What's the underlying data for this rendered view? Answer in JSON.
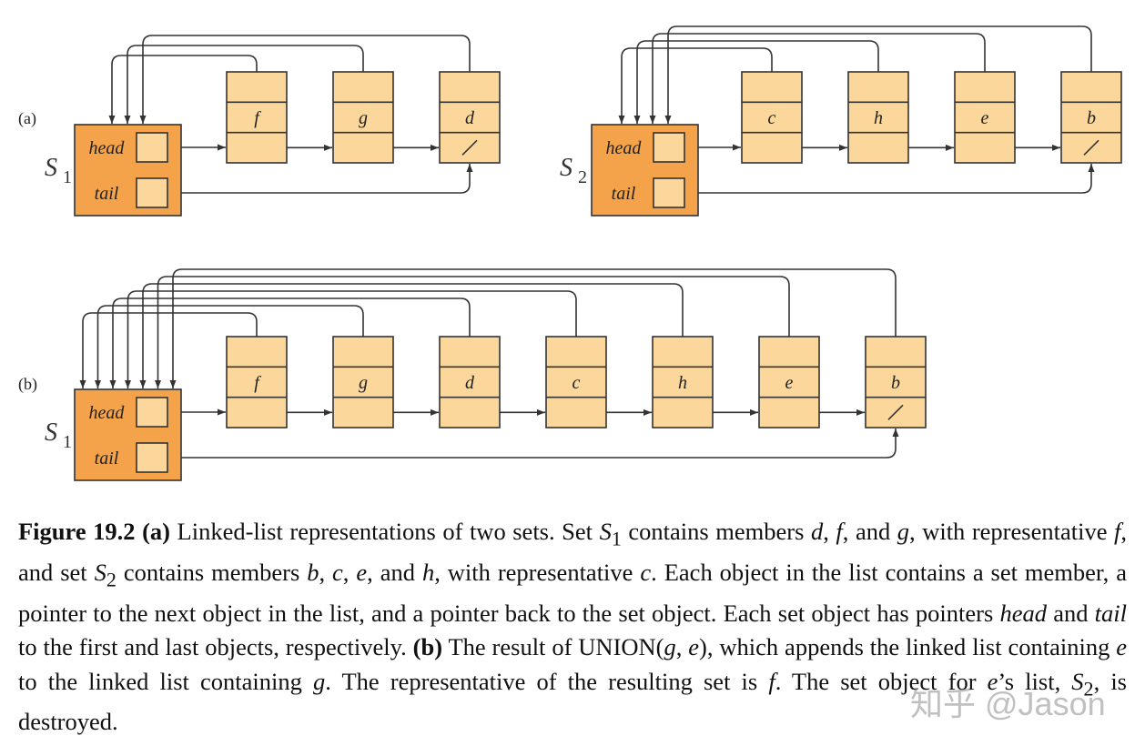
{
  "colors": {
    "element_fill": "#fbd79b",
    "set_fill": "#f5a34a",
    "stroke": "#333333"
  },
  "diagram": {
    "a": {
      "label": "(a)",
      "sets": [
        {
          "name": "S",
          "subscript": "1",
          "head_label": "head",
          "tail_label": "tail",
          "members": [
            "f",
            "g",
            "d"
          ]
        },
        {
          "name": "S",
          "subscript": "2",
          "head_label": "head",
          "tail_label": "tail",
          "members": [
            "c",
            "h",
            "e",
            "b"
          ]
        }
      ]
    },
    "b": {
      "label": "(b)",
      "set": {
        "name": "S",
        "subscript": "1",
        "head_label": "head",
        "tail_label": "tail",
        "members": [
          "f",
          "g",
          "d",
          "c",
          "h",
          "e",
          "b"
        ]
      }
    }
  },
  "caption": {
    "fig_label": "Figure 19.2",
    "part_a": "(a)",
    "s1": "S",
    "sub1": "1",
    "s2": "S",
    "sub2": "2",
    "t1": " Linked-list representations of two sets. Set ",
    "t2": " contains members ",
    "m_d": "d",
    "c1": ", ",
    "m_f": "f",
    "c2": ", and ",
    "m_g": "g",
    "t3": ", with representative ",
    "m_f2": "f",
    "t4": ", and set ",
    "t5": " contains members ",
    "m_b": "b",
    "c3": ", ",
    "m_c": "c",
    "c4": ", ",
    "m_e": "e",
    "c5": ", and ",
    "m_h": "h",
    "t6": ", with representative ",
    "m_c2": "c",
    "t7": ". Each object in the list contains a set member, a pointer to the next object in the list, and a pointer back to the set object. Each set object has pointers ",
    "head": "head",
    "t8": " and ",
    "tail": "tail",
    "t9": " to the first and last objects, respectively. ",
    "part_b": "(b)",
    "t10": " The result of UNION(",
    "g": "g",
    "c6": ", ",
    "e": "e",
    "t11": "), which appends the linked list containing ",
    "e2": "e",
    "t12": " to the linked list containing ",
    "g2": "g",
    "t13": ". The representative of the resulting set is ",
    "f": "f",
    "t14": ". The set object for ",
    "e3": "e",
    "t15": "’s list, ",
    "s2b": "S",
    "sub2b": "2",
    "t16": ", is destroyed."
  },
  "watermark": "知乎 @Jason"
}
